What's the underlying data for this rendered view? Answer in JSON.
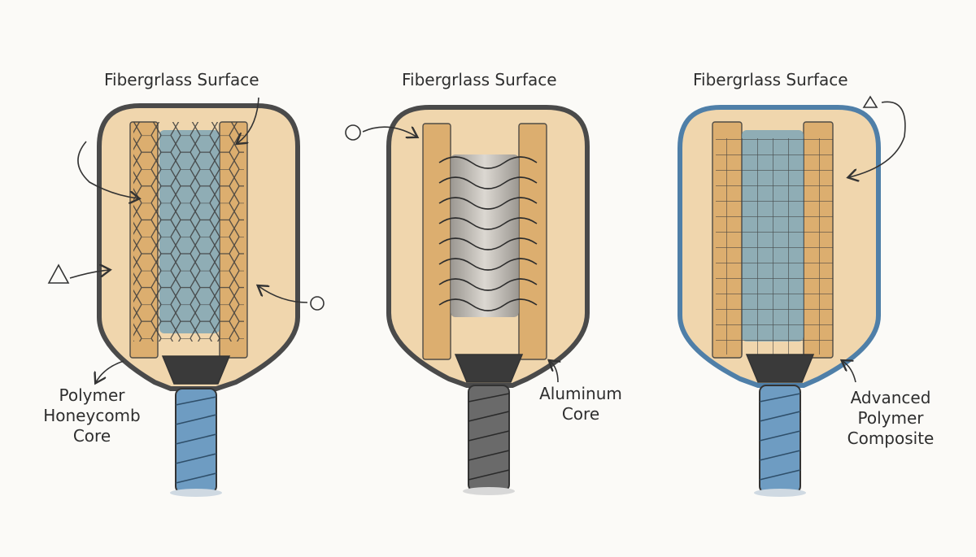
{
  "paddles": [
    {
      "surface_label": "Fibergrlass Surface",
      "core_label": "Polymer\nHoneycomb\nCore",
      "core_type": "honeycomb",
      "edge_color": "#4a4a4a",
      "core_color": "#6f9fb8",
      "grip_color": "#6e9cc2"
    },
    {
      "surface_label": "Fibergrlass Surface",
      "core_label": "Aluminum\nCore",
      "core_type": "wave",
      "edge_color": "#4a4a4a",
      "core_color": "#9a9a9a",
      "grip_color": "#6a6a6a"
    },
    {
      "surface_label": "Fibergrlass Surface",
      "core_label": "Advanced\nPolymer\nComposite",
      "core_type": "grid",
      "edge_color": "#4f7fa8",
      "core_color": "#6f9fb8",
      "grip_color": "#6e9cc2"
    }
  ],
  "colors": {
    "face": "#f0d6ad",
    "strip": "#d9a865",
    "outline": "#333333"
  }
}
